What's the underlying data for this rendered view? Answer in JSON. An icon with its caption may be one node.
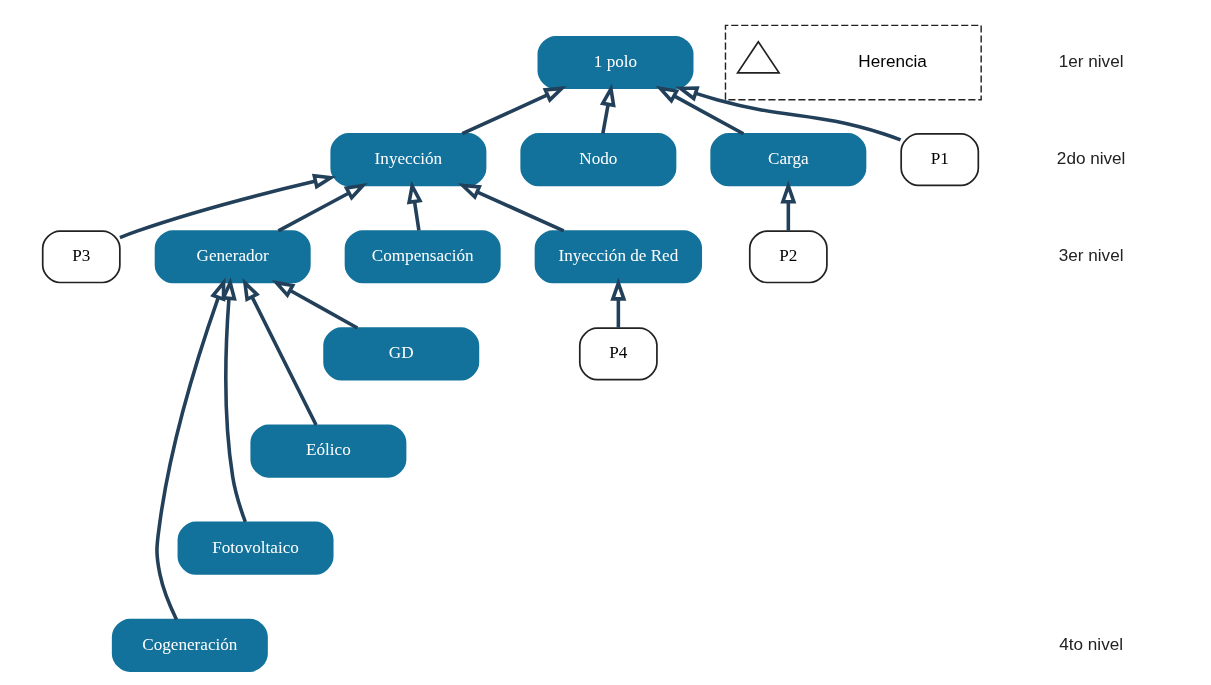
{
  "diagram": {
    "nodes": [
      {
        "text": [
          "1 polo"
        ]
      },
      {
        "text": [
          "Inyección"
        ]
      },
      {
        "text": [
          "Nodo"
        ]
      },
      {
        "text": [
          "Carga"
        ]
      },
      {
        "text": [
          "P1"
        ]
      },
      {
        "text": [
          "P3"
        ]
      },
      {
        "text": [
          "Generador"
        ]
      },
      {
        "text": [
          "Compensación"
        ]
      },
      {
        "text": [
          "Inyección de Red"
        ]
      },
      {
        "text": [
          "P2"
        ]
      },
      {
        "text": [
          "P4"
        ]
      },
      {
        "text": [
          "GD"
        ]
      },
      {
        "text": [
          "Eólico"
        ]
      },
      {
        "text": [
          "Fotovoltaico"
        ]
      },
      {
        "text": [
          "Cogeneración"
        ]
      },
      {
        "text": [],
        "shape": "box"
      },
      {
        "text": [],
        "shape": "triangle",
        "in": 15
      }
    ],
    "edges": [
      {
        "from": 1,
        "to": 0,
        "arrow": "to"
      },
      {
        "from": 2,
        "to": 0,
        "arrow": "to"
      },
      {
        "from": 3,
        "to": 0,
        "arrow": "to"
      },
      {
        "from": 4,
        "to": 0,
        "arrow": "to"
      },
      {
        "from": 5,
        "to": 1,
        "arrow": "to"
      },
      {
        "from": 6,
        "to": 1,
        "arrow": "to"
      },
      {
        "from": 7,
        "to": 1,
        "arrow": "to"
      },
      {
        "from": 8,
        "to": 1,
        "arrow": "to"
      },
      {
        "from": 9,
        "to": 3,
        "arrow": "to"
      },
      {
        "from": 10,
        "to": 8,
        "arrow": "to"
      },
      {
        "from": 11,
        "to": 6,
        "arrow": "to"
      },
      {
        "from": 12,
        "to": 6,
        "arrow": "to"
      },
      {
        "from": 13,
        "to": 6,
        "arrow": "to"
      },
      {
        "from": 14,
        "to": 6,
        "arrow": "to"
      }
    ],
    "labels": [
      "1er nivel",
      "2do nivel",
      "3er nivel",
      "4to nivel"
    ],
    "legend": [
      {
        "text": "Herencia"
      }
    ]
  }
}
